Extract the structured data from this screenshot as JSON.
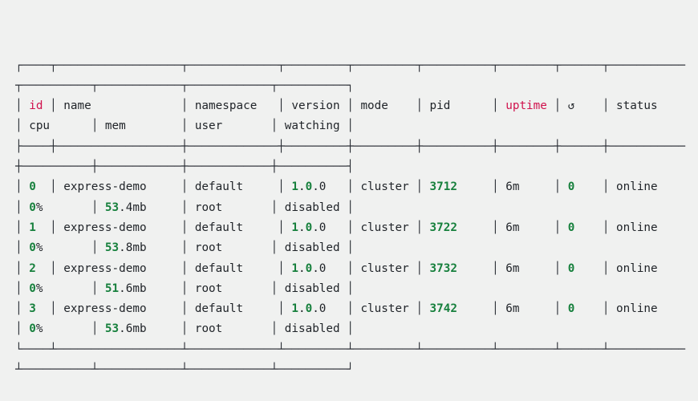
{
  "terminal": {
    "background": "#f0f1f0",
    "text_color": "#1f2328",
    "border_color": "#2b2f36",
    "green": "#17803d",
    "red": "#d0124d",
    "wrap_cols": 97
  },
  "table": {
    "columns": [
      {
        "label": "id",
        "width": 4,
        "color": "r"
      },
      {
        "label": "name",
        "width": 18,
        "color": "h"
      },
      {
        "label": "namespace",
        "width": 13,
        "color": "h"
      },
      {
        "label": "version",
        "width": 9,
        "color": "h"
      },
      {
        "label": "mode",
        "width": 9,
        "color": "h"
      },
      {
        "label": "pid",
        "width": 10,
        "color": "h"
      },
      {
        "label": "uptime",
        "width": 8,
        "color": "r"
      },
      {
        "label": "↺",
        "width": 6,
        "color": "h"
      },
      {
        "label": "status",
        "width": 11,
        "color": "h"
      },
      {
        "label": "cpu",
        "width": 10,
        "color": "h"
      },
      {
        "label": "mem",
        "width": 12,
        "color": "h"
      },
      {
        "label": "user",
        "width": 12,
        "color": "h"
      },
      {
        "label": "watching",
        "width": 10,
        "color": "h"
      }
    ],
    "rows": [
      {
        "cells": [
          [
            [
              "0",
              "g"
            ]
          ],
          [
            [
              "express-demo",
              "k"
            ]
          ],
          [
            [
              "default",
              "k"
            ]
          ],
          [
            [
              "1",
              "g"
            ],
            [
              ".",
              "k"
            ],
            [
              "0",
              "g"
            ],
            [
              ".",
              "k"
            ],
            [
              "0",
              "k"
            ]
          ],
          [
            [
              "cluster",
              "k"
            ]
          ],
          [
            [
              "3712",
              "g"
            ]
          ],
          [
            [
              "6m",
              "k"
            ]
          ],
          [
            [
              "0",
              "g"
            ]
          ],
          [
            [
              "online",
              "k"
            ]
          ],
          [
            [
              "0",
              "g"
            ],
            [
              "%",
              "k"
            ]
          ],
          [
            [
              "53",
              "g"
            ],
            [
              ".4mb",
              "k"
            ]
          ],
          [
            [
              "root",
              "k"
            ]
          ],
          [
            [
              "disabled",
              "k"
            ]
          ]
        ]
      },
      {
        "cells": [
          [
            [
              "1",
              "g"
            ]
          ],
          [
            [
              "express-demo",
              "k"
            ]
          ],
          [
            [
              "default",
              "k"
            ]
          ],
          [
            [
              "1",
              "g"
            ],
            [
              ".",
              "k"
            ],
            [
              "0",
              "g"
            ],
            [
              ".",
              "k"
            ],
            [
              "0",
              "k"
            ]
          ],
          [
            [
              "cluster",
              "k"
            ]
          ],
          [
            [
              "3722",
              "g"
            ]
          ],
          [
            [
              "6m",
              "k"
            ]
          ],
          [
            [
              "0",
              "g"
            ]
          ],
          [
            [
              "online",
              "k"
            ]
          ],
          [
            [
              "0",
              "g"
            ],
            [
              "%",
              "k"
            ]
          ],
          [
            [
              "53",
              "g"
            ],
            [
              ".8mb",
              "k"
            ]
          ],
          [
            [
              "root",
              "k"
            ]
          ],
          [
            [
              "disabled",
              "k"
            ]
          ]
        ]
      },
      {
        "cells": [
          [
            [
              "2",
              "g"
            ]
          ],
          [
            [
              "express-demo",
              "k"
            ]
          ],
          [
            [
              "default",
              "k"
            ]
          ],
          [
            [
              "1",
              "g"
            ],
            [
              ".",
              "k"
            ],
            [
              "0",
              "g"
            ],
            [
              ".",
              "k"
            ],
            [
              "0",
              "k"
            ]
          ],
          [
            [
              "cluster",
              "k"
            ]
          ],
          [
            [
              "3732",
              "g"
            ]
          ],
          [
            [
              "6m",
              "k"
            ]
          ],
          [
            [
              "0",
              "g"
            ]
          ],
          [
            [
              "online",
              "k"
            ]
          ],
          [
            [
              "0",
              "g"
            ],
            [
              "%",
              "k"
            ]
          ],
          [
            [
              "51",
              "g"
            ],
            [
              ".6mb",
              "k"
            ]
          ],
          [
            [
              "root",
              "k"
            ]
          ],
          [
            [
              "disabled",
              "k"
            ]
          ]
        ]
      },
      {
        "cells": [
          [
            [
              "3",
              "g"
            ]
          ],
          [
            [
              "express-demo",
              "k"
            ]
          ],
          [
            [
              "default",
              "k"
            ]
          ],
          [
            [
              "1",
              "g"
            ],
            [
              ".",
              "k"
            ],
            [
              "0",
              "g"
            ],
            [
              ".",
              "k"
            ],
            [
              "0",
              "k"
            ]
          ],
          [
            [
              "cluster",
              "k"
            ]
          ],
          [
            [
              "3742",
              "g"
            ]
          ],
          [
            [
              "6m",
              "k"
            ]
          ],
          [
            [
              "0",
              "g"
            ]
          ],
          [
            [
              "online",
              "k"
            ]
          ],
          [
            [
              "0",
              "g"
            ],
            [
              "%",
              "k"
            ]
          ],
          [
            [
              "53",
              "g"
            ],
            [
              ".6mb",
              "k"
            ]
          ],
          [
            [
              "root",
              "k"
            ]
          ],
          [
            [
              "disabled",
              "k"
            ]
          ]
        ]
      }
    ]
  }
}
